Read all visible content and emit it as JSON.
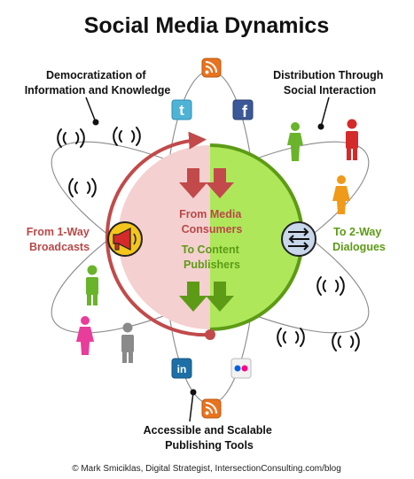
{
  "title": "Social Media Dynamics",
  "labels": {
    "democratization": [
      "Democratization of",
      "Information and Knowledge"
    ],
    "distribution": [
      "Distribution Through",
      "Social Interaction"
    ],
    "one_way": [
      "From 1-Way",
      "Broadcasts"
    ],
    "two_way": [
      "To 2-Way",
      "Dialogues"
    ],
    "consumers": [
      "From Media",
      "Consumers"
    ],
    "publishers": [
      "To Content",
      "Publishers"
    ],
    "tools": [
      "Accessible and Scalable",
      "Publishing Tools"
    ]
  },
  "icons": {
    "twitter": "t",
    "facebook": "f",
    "linkedin": "in"
  },
  "footer": "© Mark Smiciklas, Digital Strategist, IntersectionConsulting.com/blog",
  "colors": {
    "red": "#c24a4a",
    "green": "#7cc41f",
    "pink_fill": "#f5d0d0",
    "green_fill": "#aee85a",
    "rss": "#e8731f",
    "twitter": "#4fb3d6",
    "facebook": "#3b5998",
    "linkedin": "#1d6fa5",
    "person_green": "#6ab42c",
    "person_red": "#d42a2a",
    "person_orange": "#f09a1a",
    "person_pink": "#e83d9a",
    "person_gray": "#8a8a8a"
  }
}
